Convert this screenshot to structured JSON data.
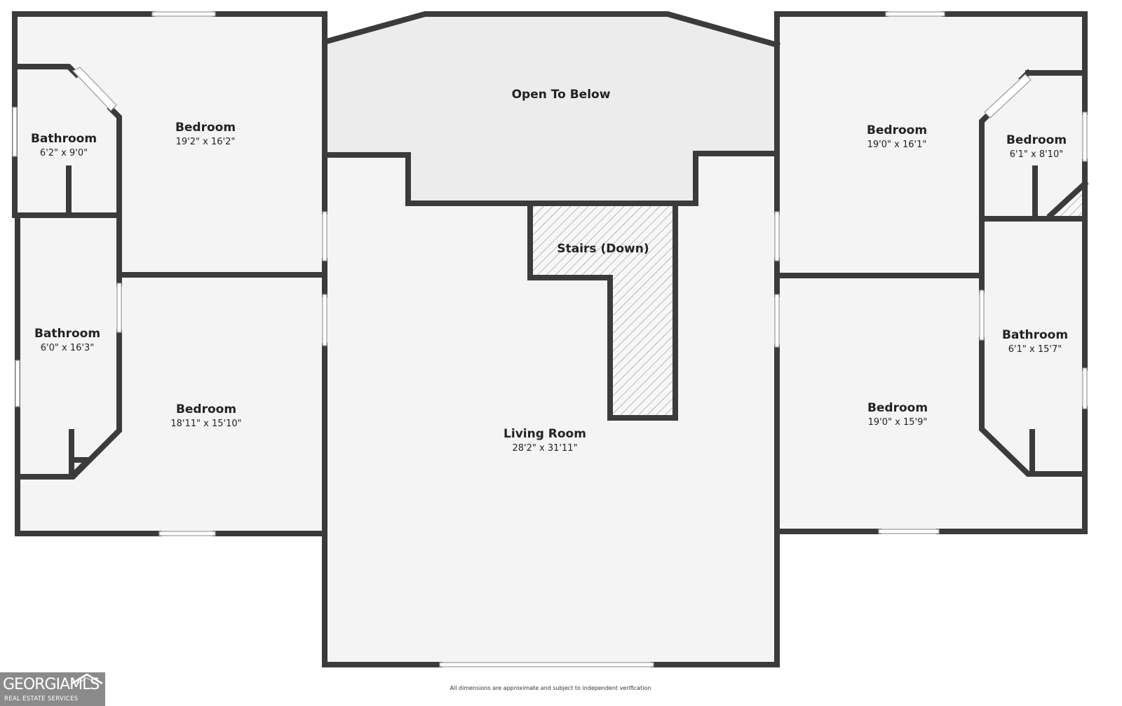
{
  "rooms": {
    "open_to_below": {
      "name": "Open To Below"
    },
    "stairs": {
      "name": "Stairs (Down)"
    },
    "living_room": {
      "name": "Living Room",
      "dims": "28'2\" x 31'11\""
    },
    "bedroom_top_left": {
      "name": "Bedroom",
      "dims": "19'2\" x 16'2\""
    },
    "bedroom_bottom_left": {
      "name": "Bedroom",
      "dims": "18'11\" x 15'10\""
    },
    "bathroom_top_left": {
      "name": "Bathroom",
      "dims": "6'2\" x 9'0\""
    },
    "bathroom_left": {
      "name": "Bathroom",
      "dims": "6'0\" x 16'3\""
    },
    "bedroom_top_right": {
      "name": "Bedroom",
      "dims": "19'0\" x 16'1\""
    },
    "bedroom_small_right": {
      "name": "Bedroom",
      "dims": "6'1\" x 8'10\""
    },
    "bathroom_right": {
      "name": "Bathroom",
      "dims": "6'1\" x 15'7\""
    },
    "bedroom_bottom_right": {
      "name": "Bedroom",
      "dims": "19'0\" x 15'9\""
    }
  },
  "disclaimer": "All dimensions are approximate and subject to independent verification",
  "logo": {
    "brand": "GEORGIAMLS",
    "tagline": "REAL ESTATE SERVICES"
  },
  "colors": {
    "wall": "#3b3b3b",
    "floor": "#f4f4f4",
    "open_area": "#ececec",
    "logo_bg": "#8a8a8a"
  }
}
